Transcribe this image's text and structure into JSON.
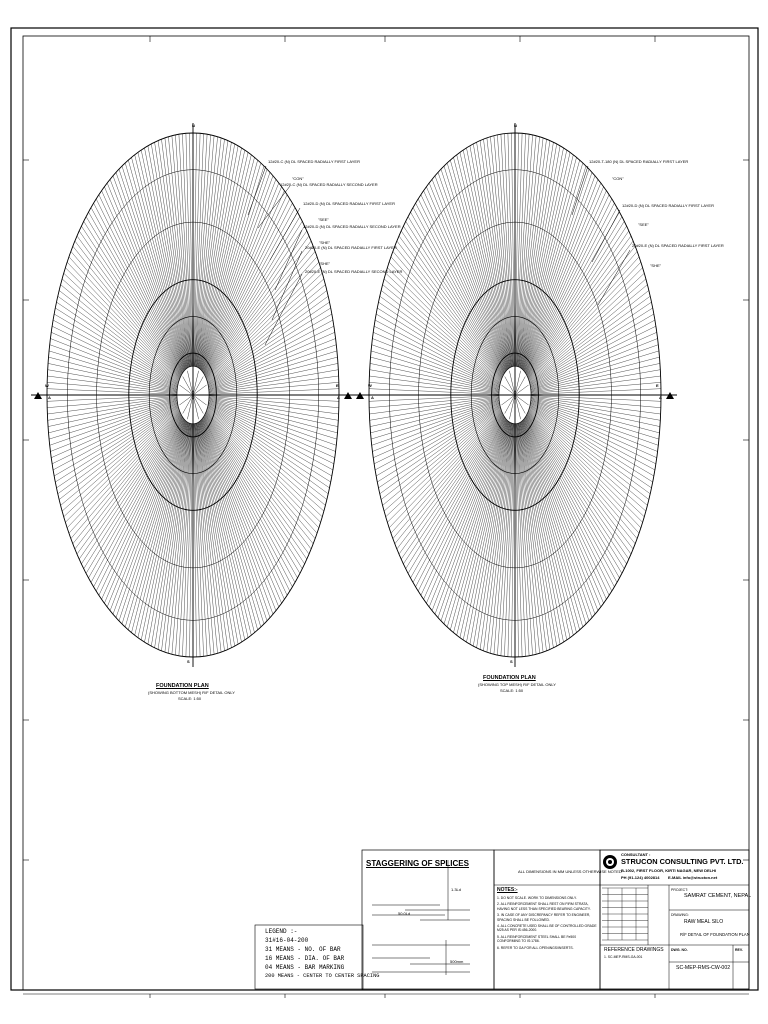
{
  "plans": [
    {
      "id": "left",
      "title": "FOUNDATION PLAN",
      "subtitle": "(SHOWING BOTTOM MESH)  R/F DETAIL ONLY",
      "scale": "SCALE: 1:50",
      "axis": {
        "top": "N",
        "bottom": "S",
        "left": "W",
        "right": "E",
        "section_left": "A",
        "section_right": "A"
      },
      "annotations": [
        "12#20-C (N) DL SPACED RADIALLY FIRST LAYER",
        "\"CON\"",
        "12#20-C (N) DL SPACED RADIALLY SECOND LAYER",
        "12#20-D (N) DL SPACED RADIALLY FIRST LAYER",
        "\"SEE\"",
        "12#20-D (N) DL SPACED RADIALLY SECOND LAYER",
        "\"SHE\"",
        "20#20-E (N) DL SPACED RADIALLY FIRST LAYER",
        "\"SHE\"",
        "20#20-E (N) DL SPACED RADIALLY SECOND LAYER"
      ]
    },
    {
      "id": "right",
      "title": "FOUNDATION PLAN",
      "subtitle": "(SHOWING TOP MESH)  R/F DETAIL ONLY",
      "scale": "SCALE: 1:50",
      "axis": {
        "top": "N",
        "bottom": "S",
        "left": "W",
        "right": "E",
        "section_left": "A",
        "section_right": "A"
      },
      "annotations": [
        "12#20-T-180 (N) DL SPACED RADIALLY FIRST LAYER",
        "\"CON\"",
        "12#20-D (N) DL SPACED RADIALLY FIRST LAYER",
        "\"SEE\"",
        "20#20-E (N) DL SPACED RADIALLY FIRST LAYER",
        "\"SHE\""
      ]
    }
  ],
  "legend": {
    "title": "LEGEND :-",
    "example": "31#16-04-200",
    "lines": [
      "31 MEANS  -  NO. OF BAR",
      "16 MEANS  -  DIA. OF BAR",
      "04 MEANS  -  BAR MARKING",
      "200 MEANS  -  CENTER TO CENTER SPACING"
    ]
  },
  "staggering": {
    "title": "STAGGERING OF SPLICES",
    "dim1": "1.3Ld",
    "dim2": "50.0Ld",
    "dim3": "500mm"
  },
  "notes": {
    "header": "ALL DIMENSIONS IN MM UNLESS OTHERWISE NOTED",
    "title": "NOTES:-",
    "items": [
      "1. DO NOT SCALE. WORK TO DIMENSIONS ONLY.",
      "2. ALL REINFORCEMENT SHALL REST ON FIRM STRATA, HAVING NOT LESS THAN SPECIFIED BEARING CAPACITY.",
      "3. IN CASE OF ANY DISCREPANCY REFER TO ENGINEER, SPACING SHALL BE FOLLOWED.",
      "4. ALL CONCRETE USED SHALL BE OF CONTROLLED GRADE M25 AS PER IS:456-2000.",
      "5. ALL REINFORCEMENT STEEL SHALL BE Fe500 CONFORMING TO IS:1786.",
      "6. REFER TO GA FOR ALL OPENINGS/INSERTS."
    ]
  },
  "title_block": {
    "consultant_label": "CONSULTANT :",
    "company": "STRUCON CONSULTING PVT. LTD.",
    "address": "B-1002, FIRST FLOOR, KIRTI NAGAR, NEW DELHI",
    "phone": "PH (91-124) 4002814",
    "email": "E-MAIL  info@structon.net",
    "project_label": "PROJECT:",
    "project": "SAMRAT CEMENT, NEPAL",
    "drawing_label": "DRAWING:",
    "drawing_system": "RAW MEAL SILO",
    "drawing_title": "R/F DETAIL OF FOUNDATION PLAN",
    "reference_label": "REFERENCE DRAWINGS",
    "reference_item": "1. SC-MEP-RMS-GA-001",
    "dwg_no_label": "DWG. NO.",
    "dwg_no": "SC-MEP-RMS-CW-002",
    "rev_label": "REV."
  }
}
